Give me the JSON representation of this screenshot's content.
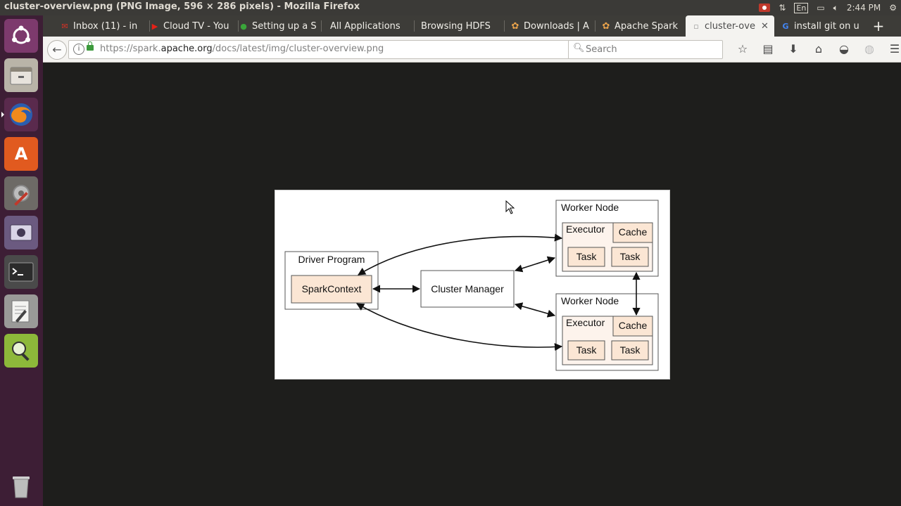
{
  "window": {
    "title": "cluster-overview.png (PNG Image, 596 × 286 pixels) - Mozilla Firefox"
  },
  "tray": {
    "language": "En",
    "time": "2:44 PM"
  },
  "launcher": {
    "items": [
      {
        "name": "dash-home",
        "icon": "ubuntu-logo-icon"
      },
      {
        "name": "files",
        "icon": "file-manager-icon"
      },
      {
        "name": "firefox",
        "icon": "firefox-icon"
      },
      {
        "name": "software-center",
        "icon": "shopping-bag-icon"
      },
      {
        "name": "system-settings",
        "icon": "settings-tools-icon"
      },
      {
        "name": "video",
        "icon": "video-player-icon"
      },
      {
        "name": "terminal",
        "icon": "terminal-icon"
      },
      {
        "name": "text-editor",
        "icon": "text-editor-icon"
      },
      {
        "name": "image-viewer",
        "icon": "magnifier-icon"
      },
      {
        "name": "trash",
        "icon": "trash-icon"
      }
    ]
  },
  "tabs": [
    {
      "label": "Inbox (11) - in",
      "icon": "gmail-icon",
      "color": "#d93025",
      "active": false
    },
    {
      "label": "Cloud TV - You",
      "icon": "youtube-icon",
      "color": "#e62117",
      "active": false
    },
    {
      "label": "Setting up a S",
      "icon": "turtle-icon",
      "color": "#3aa63a",
      "active": false
    },
    {
      "label": "All Applications",
      "icon": "",
      "active": false
    },
    {
      "label": "Browsing HDFS",
      "icon": "",
      "active": false
    },
    {
      "label": "Downloads | A",
      "icon": "gear-icon",
      "color": "#e8a24b",
      "active": false
    },
    {
      "label": "Apache Spark",
      "icon": "gear-icon",
      "color": "#e8a24b",
      "active": false
    },
    {
      "label": "cluster-ove",
      "icon": "image-icon",
      "active": true
    },
    {
      "label": "install git on u",
      "icon": "google-icon",
      "color": "#4285f4",
      "active": false
    }
  ],
  "nav": {
    "url_prefix": "https://spark.",
    "url_domain": "apache.org",
    "url_path": "/docs/latest/img/cluster-overview.png",
    "search_placeholder": "Search"
  },
  "diagram": {
    "driver_program": "Driver Program",
    "spark_context": "SparkContext",
    "cluster_manager": "Cluster Manager",
    "worker_nodes": [
      {
        "title": "Worker Node",
        "executor": "Executor",
        "cache": "Cache",
        "tasks": [
          "Task",
          "Task"
        ]
      },
      {
        "title": "Worker Node",
        "executor": "Executor",
        "cache": "Cache",
        "tasks": [
          "Task",
          "Task"
        ]
      }
    ],
    "colors": {
      "box_fill": "#fbe6d4",
      "executor_fill": "#fdf3ec",
      "stroke": "#333333"
    }
  }
}
